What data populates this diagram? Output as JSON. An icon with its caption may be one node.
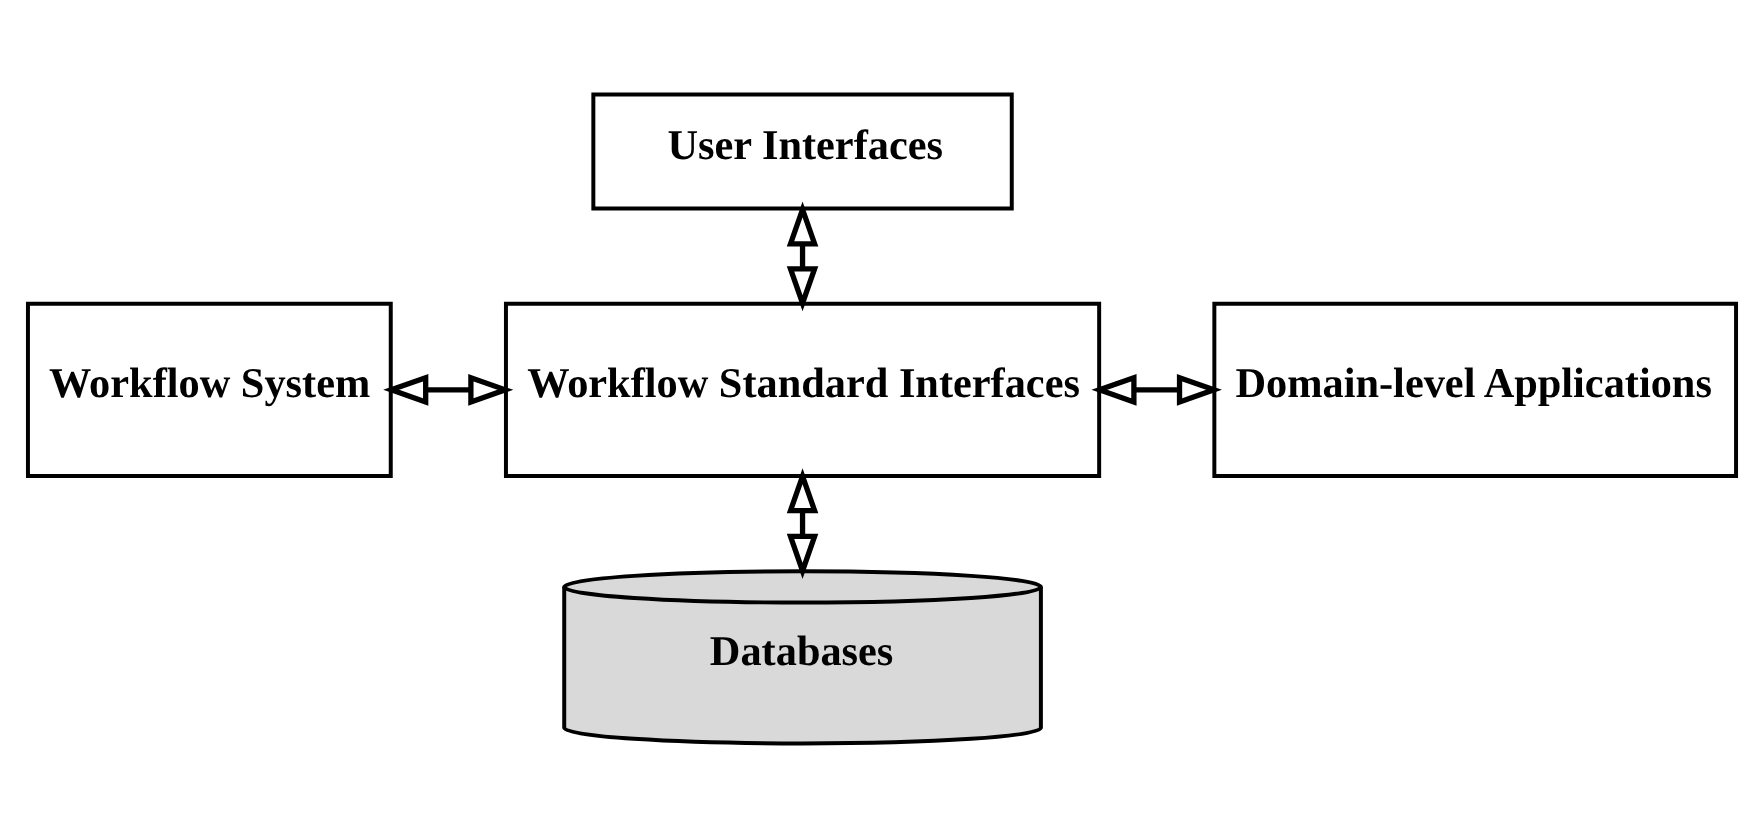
{
  "diagram": {
    "nodes": [
      {
        "text": [
          "User Interfaces"
        ]
      },
      {
        "text": [
          "Workflow System"
        ]
      },
      {
        "text": [
          "Workflow Standard Interfaces"
        ]
      },
      {
        "text": [
          "Domain-level Applications"
        ]
      },
      {
        "text": [
          "Databases"
        ]
      }
    ],
    "edges": [
      {
        "from": 0,
        "to": 2,
        "arrow": "both"
      },
      {
        "from": 1,
        "to": 2,
        "arrow": "both"
      },
      {
        "from": 2,
        "to": 3,
        "arrow": "both"
      },
      {
        "from": 2,
        "to": 4,
        "arrow": "both"
      }
    ]
  }
}
